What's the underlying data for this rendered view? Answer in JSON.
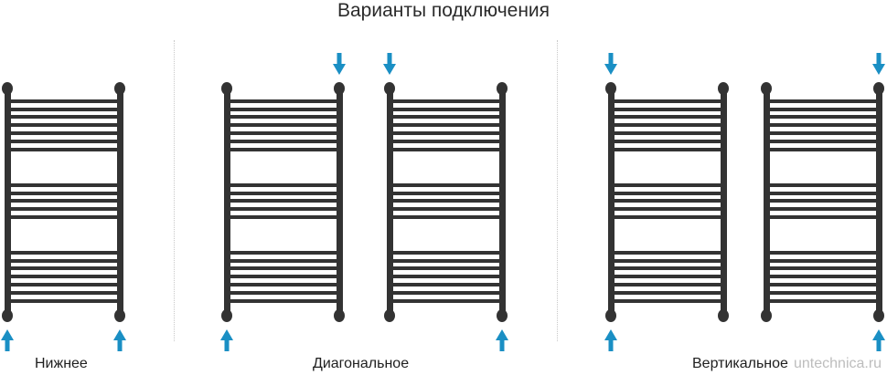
{
  "title": "Варианты подключения",
  "colors": {
    "rail": "#333333",
    "arrow": "#1a8fc4",
    "divider": "#c8c8c8"
  },
  "groups": [
    {
      "label": "Нижнее",
      "variants": [
        {
          "in": "bottom-left",
          "out": "bottom-right"
        }
      ]
    },
    {
      "label": "Диагональное",
      "variants": [
        {
          "in": "top-right",
          "out": "bottom-left"
        },
        {
          "in": "top-left",
          "out": "bottom-right"
        }
      ]
    },
    {
      "label": "Вертикальное",
      "variants": [
        {
          "in": "top-left",
          "out": "bottom-left"
        },
        {
          "in": "top-right",
          "out": "bottom-right"
        }
      ]
    }
  ],
  "watermark": "untechnica.ru"
}
